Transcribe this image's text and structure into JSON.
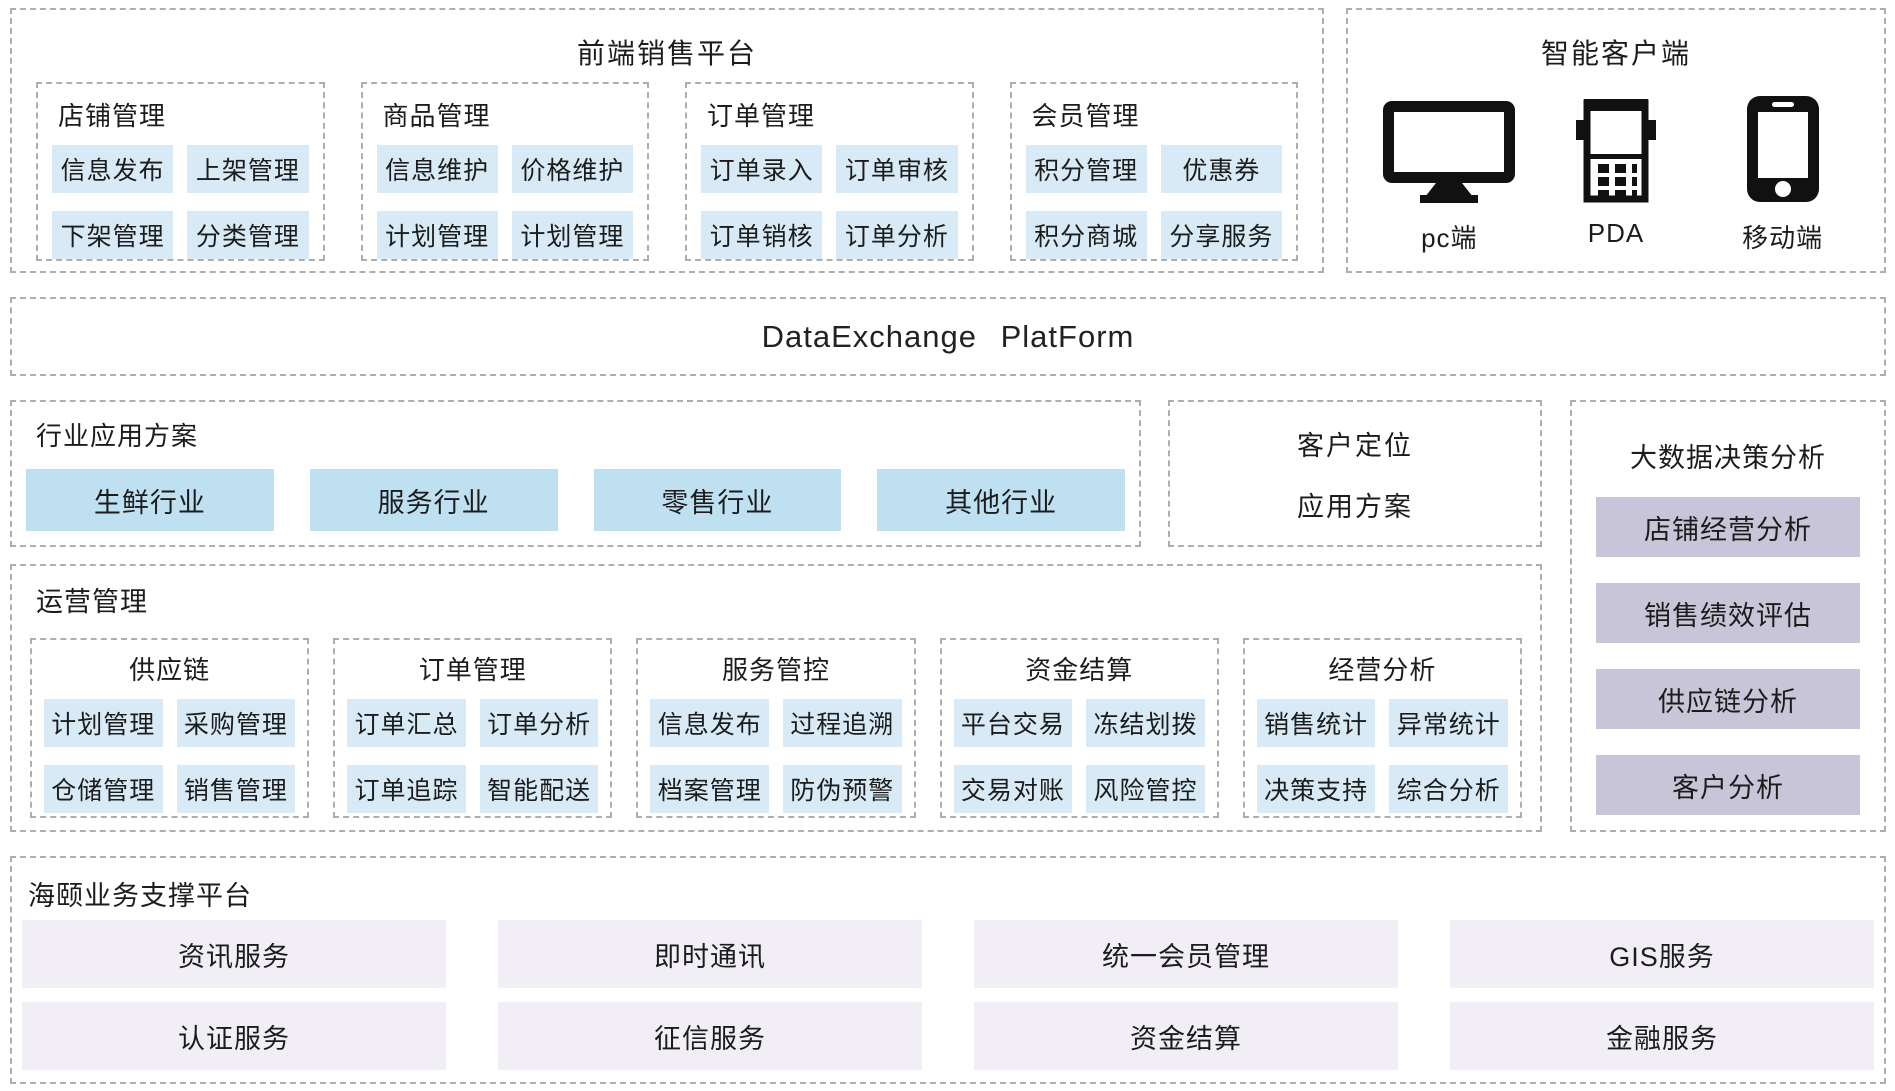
{
  "frontend_platform": {
    "title": "前端销售平台",
    "groups": [
      {
        "title": "店铺管理",
        "items": [
          "信息发布",
          "上架管理",
          "下架管理",
          "分类管理"
        ]
      },
      {
        "title": "商品管理",
        "items": [
          "信息维护",
          "价格维护",
          "计划管理",
          "计划管理"
        ]
      },
      {
        "title": "订单管理",
        "items": [
          "订单录入",
          "订单审核",
          "订单销核",
          "订单分析"
        ]
      },
      {
        "title": "会员管理",
        "items": [
          "积分管理",
          "优惠券",
          "积分商城",
          "分享服务"
        ]
      }
    ]
  },
  "smart_client": {
    "title": "智能客户端",
    "devices": [
      {
        "icon": "desktop-monitor-icon",
        "label": "pc端"
      },
      {
        "icon": "pda-terminal-icon",
        "label": "PDA"
      },
      {
        "icon": "smartphone-icon",
        "label": "移动端"
      }
    ]
  },
  "data_exchange": {
    "title": "DataExchange PlatForm"
  },
  "industry_solutions": {
    "title": "行业应用方案",
    "items": [
      "生鲜行业",
      "服务行业",
      "零售行业",
      "其他行业"
    ]
  },
  "customer_positioning": {
    "line1": "客户定位",
    "line2": "应用方案"
  },
  "big_data": {
    "title": "大数据决策分析",
    "items": [
      "店铺经营分析",
      "销售绩效评估",
      "供应链分析",
      "客户分析"
    ]
  },
  "operations": {
    "title": "运营管理",
    "groups": [
      {
        "title": "供应链",
        "items": [
          "计划管理",
          "采购管理",
          "仓储管理",
          "销售管理"
        ]
      },
      {
        "title": "订单管理",
        "items": [
          "订单汇总",
          "订单分析",
          "订单追踪",
          "智能配送"
        ]
      },
      {
        "title": "服务管控",
        "items": [
          "信息发布",
          "过程追溯",
          "档案管理",
          "防伪预警"
        ]
      },
      {
        "title": "资金结算",
        "items": [
          "平台交易",
          "冻结划拨",
          "交易对账",
          "风险管控"
        ]
      },
      {
        "title": "经营分析",
        "items": [
          "销售统计",
          "异常统计",
          "决策支持",
          "综合分析"
        ]
      }
    ]
  },
  "support_platform": {
    "title": "海颐业务支撑平台",
    "items": [
      "资讯服务",
      "即时通讯",
      "统一会员管理",
      "GIS服务",
      "认证服务",
      "征信服务",
      "资金结算",
      "金融服务"
    ]
  },
  "colors": {
    "chip_blue": "#d7eaf6",
    "industry_blue": "#bfe0f1",
    "bigdata_lavender": "#c9c5d8",
    "support_lavender": "#f1eef5",
    "border_gray": "#aeaeae",
    "text_dark": "#1c1c1c"
  }
}
